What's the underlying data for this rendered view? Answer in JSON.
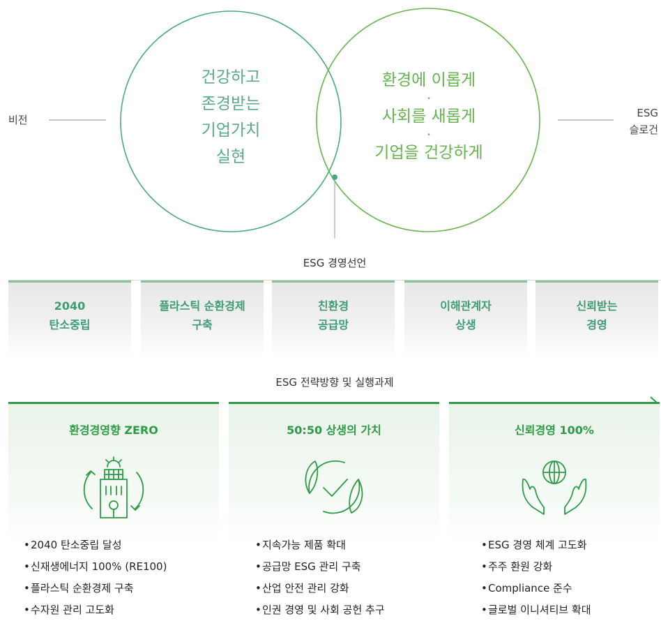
{
  "vision": {
    "label": "비전",
    "lines": [
      "건강하고",
      "존경받는",
      "기업가치",
      "실현"
    ]
  },
  "slogan": {
    "label_line1": "ESG",
    "label_line2": "슬로건",
    "lines": [
      "환경에 이롭게",
      "·",
      "사회를 새롭게",
      "·",
      "기업을 건강하게"
    ]
  },
  "declaration": {
    "label": "ESG 경영선언"
  },
  "pillars": [
    {
      "line1": "2040",
      "line2": "탄소중립"
    },
    {
      "line1": "플라스틱 순환경제",
      "line2": "구축"
    },
    {
      "line1": "친환경",
      "line2": "공급망"
    },
    {
      "line1": "이해관계자",
      "line2": "상생"
    },
    {
      "line1": "신뢰받는",
      "line2": "경영"
    }
  ],
  "strategy": {
    "label": "ESG 전략방향 및 실행과제"
  },
  "panels": [
    {
      "title": "환경경영향 ZERO",
      "icon": "eco-building-icon",
      "items": [
        "2040 탄소중립 달성",
        "신재생에너지 100% (RE100)",
        "플라스틱 순환경제 구축",
        "수자원 관리 고도화"
      ]
    },
    {
      "title": "50:50 상생의 가치",
      "icon": "leaf-check-icon",
      "items": [
        "지속가능 제품 확대",
        "공급망 ESG 관리 구축",
        "산업 안전 관리 강화",
        "인권 경영 및 사회 공헌 추구"
      ]
    },
    {
      "title": "신뢰경영 100%",
      "icon": "hands-globe-icon",
      "items": [
        "ESG 경영 체계 고도화",
        "주주 환원 강화",
        "Compliance 준수",
        "글로벌 이니셔티브 확대"
      ]
    }
  ],
  "colors": {
    "vision_green": "#5aaa86",
    "slogan_green": "#66b34f",
    "panel_green": "#2e9a48",
    "pillar_text": "#3f9b74"
  }
}
